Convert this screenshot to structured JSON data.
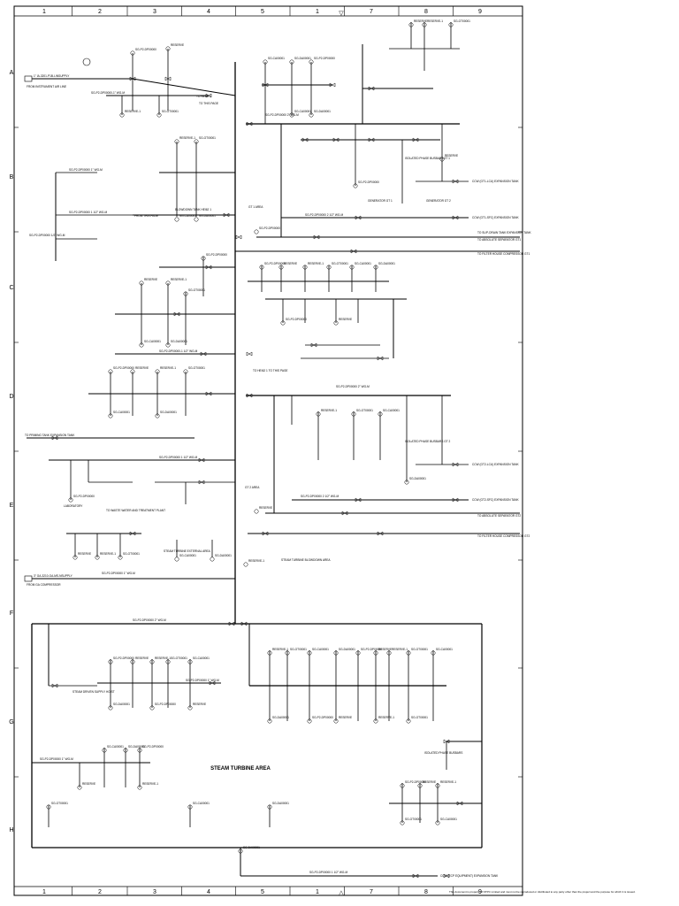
{
  "grid": {
    "columns": [
      "1",
      "2",
      "3",
      "4",
      "5",
      "1",
      "7",
      "8",
      "9"
    ],
    "rows": [
      "A",
      "B",
      "C",
      "D",
      "E",
      "F",
      "G",
      "H"
    ]
  },
  "area_title": "STEAM TURBINE AREA",
  "inlets": [
    {
      "id": "instr-air",
      "line1": "1\" IA-3201-P1B-LINSUPPLY",
      "line2": "FROM INSTRUMENT AIR LINE"
    },
    {
      "id": "ga-ms-compressor",
      "line1": "3\" GA-3210-GA-MS-NSUPPLY",
      "line2": "FROM GA COMPRESSOR"
    }
  ],
  "outlets": [
    {
      "id": "c1",
      "text": "CCW (GT1-LCU) EXPANSION TANK"
    },
    {
      "id": "c2",
      "text": "CCW (GT1-SFC) EXPANSION TANK"
    },
    {
      "id": "c3",
      "text": "CCW (GT2-LCU) EXPANSION TANK"
    },
    {
      "id": "c4",
      "text": "CCW (GT2-SFC) EXPANSION TANK"
    },
    {
      "id": "c5",
      "text": "CCW (ECP EQUIPMENT) EXPANSION TANK"
    },
    {
      "id": "p1",
      "text": "TO ABSOLUTE SEPARATOR GT1"
    },
    {
      "id": "p2",
      "text": "TO FILTER HOUSE COMPRESSOR GT1"
    },
    {
      "id": "p3",
      "text": "TO ABSOLUTE SEPARATOR GT2"
    },
    {
      "id": "p4",
      "text": "TO FILTER HOUSE COMPRESSOR GT2"
    },
    {
      "id": "ccwtank",
      "text": "TO SLIP-DRAIN TANK EXPANSION TANK"
    }
  ],
  "annotations": [
    {
      "id": "a1",
      "text": "TO HEI62 1"
    },
    {
      "id": "a2",
      "text": "TO THIS PAGE"
    },
    {
      "id": "a3",
      "text": "FROM THIS PAGE"
    },
    {
      "id": "a4",
      "text": "BLOWDOWN TANK HEI62 1"
    },
    {
      "id": "a5",
      "text": "TO HEI62 1 TO THIS PAGE"
    },
    {
      "id": "a6",
      "text": "TO WASTE WATER AND TREATMENT PLANT"
    },
    {
      "id": "a7",
      "text": "LABORATORY"
    },
    {
      "id": "a8",
      "text": "STEAM TURBINE EXTERNAL AREA"
    },
    {
      "id": "a9",
      "text": "STEAM TURBINE BLOWDOWN AREA"
    },
    {
      "id": "a10",
      "text": "ISOLATED PHASE BUSBARS ST 1"
    },
    {
      "id": "a11",
      "text": "GENERATOR GT 1"
    },
    {
      "id": "a12",
      "text": "GENERATOR GT 2"
    },
    {
      "id": "a13",
      "text": "ISOLATED PHASE BUSBARS GT 2"
    },
    {
      "id": "a14",
      "text": "ISOLATED PHASE BUSBARS"
    },
    {
      "id": "a15",
      "text": "STEAM DRIVEN SUPPLY HOIST"
    },
    {
      "id": "a16",
      "text": "GT 1 AREA"
    },
    {
      "id": "a17",
      "text": "GT 2 AREA"
    },
    {
      "id": "a18",
      "text": "TO PRIMING TANK EXPANSION TANK"
    }
  ],
  "pipe_labels": [
    "SG-P2-DP00000-1\" WG-M",
    "SG-P2-DP00000 1\" WG-M",
    "SG-P2-DP00000 1 1/2\" WG-M",
    "SG-P2-DP00000 2\" WG-M",
    "SG-P2-DP00000 2 1/2\" WG-M",
    "SG-P2-DP00000-1 1/2\" WG-M",
    "SG-P2-DP00000 1/2\" WG-M"
  ],
  "component_labels": [
    "SG-P2-DP00000",
    "RESERVE",
    "RESERVE-1",
    "SG-GT00001",
    "SG-CA00001",
    "SG-DA00001"
  ],
  "note": "This document is property of NTPC Limited and must not be reproduced or distributed to any party other than the project and the purpose for which it is issued."
}
